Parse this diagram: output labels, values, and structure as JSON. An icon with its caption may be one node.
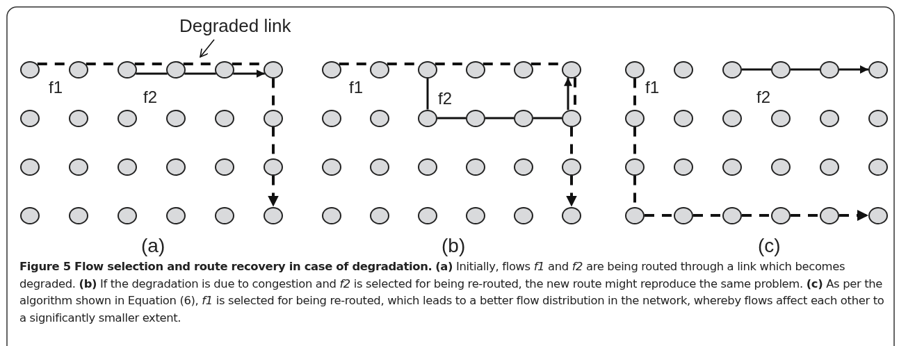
{
  "diagram": {
    "caption": "**Figure 5 Flow selection and route recovery in case of degradation.** **(a)** Initially, flows *f1* and *f2* are being routed through a link which becomes degraded. **(b)** If the degradation is due to congestion and *f2* is selected for being re-routed, the new route might reproduce the same problem. **(c)** As per the algorithm shown in Equation (6), *f1* is selected for being re-routed, which leads to a better flow distribution in the network, whereby flows affect each other to a significantly smaller extent.",
    "nodes": [
      {
        "text": [
          "Degraded link"
        ]
      },
      {
        "text": [],
        "shape": "circle"
      },
      {
        "text": [],
        "shape": "circle"
      },
      {
        "text": [],
        "shape": "circle"
      },
      {
        "text": [],
        "shape": "circle"
      },
      {
        "text": [],
        "shape": "circle"
      },
      {
        "text": [],
        "shape": "circle"
      },
      {
        "text": [],
        "shape": "circle"
      },
      {
        "text": [],
        "shape": "circle"
      },
      {
        "text": [],
        "shape": "circle"
      },
      {
        "text": [],
        "shape": "circle"
      },
      {
        "text": [],
        "shape": "circle"
      },
      {
        "text": [],
        "shape": "circle"
      },
      {
        "text": [],
        "shape": "circle"
      },
      {
        "text": [],
        "shape": "circle"
      },
      {
        "text": [],
        "shape": "circle"
      },
      {
        "text": [],
        "shape": "circle"
      },
      {
        "text": [],
        "shape": "circle"
      },
      {
        "text": [],
        "shape": "circle"
      },
      {
        "text": [],
        "shape": "circle"
      },
      {
        "text": [],
        "shape": "circle"
      },
      {
        "text": [],
        "shape": "circle"
      },
      {
        "text": [],
        "shape": "circle"
      },
      {
        "text": [],
        "shape": "circle"
      },
      {
        "text": [],
        "shape": "circle"
      },
      {
        "text": [],
        "shape": "circle"
      },
      {
        "text": [],
        "shape": "circle"
      },
      {
        "text": [],
        "shape": "circle"
      },
      {
        "text": [],
        "shape": "circle"
      },
      {
        "text": [],
        "shape": "circle"
      },
      {
        "text": [],
        "shape": "circle"
      },
      {
        "text": [],
        "shape": "circle"
      },
      {
        "text": [],
        "shape": "circle"
      },
      {
        "text": [],
        "shape": "circle"
      },
      {
        "text": [],
        "shape": "circle"
      },
      {
        "text": [],
        "shape": "circle"
      },
      {
        "text": [],
        "shape": "circle"
      },
      {
        "text": [],
        "shape": "circle"
      },
      {
        "text": [],
        "shape": "circle"
      },
      {
        "text": [],
        "shape": "circle"
      },
      {
        "text": [],
        "shape": "circle"
      },
      {
        "text": [],
        "shape": "circle"
      },
      {
        "text": [],
        "shape": "circle"
      },
      {
        "text": [],
        "shape": "circle"
      },
      {
        "text": [],
        "shape": "circle"
      },
      {
        "text": [],
        "shape": "circle"
      },
      {
        "text": [],
        "shape": "circle"
      },
      {
        "text": [],
        "shape": "circle"
      },
      {
        "text": [],
        "shape": "circle"
      },
      {
        "text": [],
        "shape": "circle"
      },
      {
        "text": [],
        "shape": "circle"
      },
      {
        "text": [],
        "shape": "circle"
      },
      {
        "text": [],
        "shape": "circle"
      },
      {
        "text": [],
        "shape": "circle"
      },
      {
        "text": [],
        "shape": "circle"
      },
      {
        "text": [],
        "shape": "circle"
      },
      {
        "text": [],
        "shape": "circle"
      },
      {
        "text": [],
        "shape": "circle"
      },
      {
        "text": [],
        "shape": "circle"
      },
      {
        "text": [],
        "shape": "circle"
      },
      {
        "text": [],
        "shape": "circle"
      },
      {
        "text": [],
        "shape": "circle"
      },
      {
        "text": [],
        "shape": "circle"
      },
      {
        "text": [],
        "shape": "circle"
      },
      {
        "text": [],
        "shape": "circle"
      },
      {
        "text": [],
        "shape": "circle"
      },
      {
        "text": [],
        "shape": "circle"
      },
      {
        "text": [],
        "shape": "circle"
      },
      {
        "text": [],
        "shape": "circle"
      },
      {
        "text": [],
        "shape": "circle"
      },
      {
        "text": [],
        "shape": "circle"
      },
      {
        "text": [],
        "shape": "circle"
      },
      {
        "text": [],
        "shape": "circle"
      }
    ],
    "edges": [
      {
        "from": 0,
        "to": null,
        "arrow": "to"
      },
      {
        "from": 1,
        "to": 2,
        "arrow": "none",
        "style": "dashed"
      },
      {
        "from": 2,
        "to": 3,
        "arrow": "none",
        "style": "dashed"
      },
      {
        "from": 3,
        "to": 4,
        "arrow": "none",
        "style": "dashed"
      },
      {
        "from": 4,
        "to": 5,
        "arrow": "none",
        "style": "dashed"
      },
      {
        "from": 5,
        "to": 6,
        "arrow": "none",
        "style": "dashed"
      },
      {
        "from": 6,
        "to": 12,
        "arrow": "none",
        "style": "dashed"
      },
      {
        "from": 12,
        "to": 18,
        "arrow": "none",
        "style": "dashed"
      },
      {
        "from": 18,
        "to": 24,
        "arrow": "to",
        "style": "dashed"
      },
      {
        "from": 3,
        "to": 4,
        "arrow": "none"
      },
      {
        "from": 4,
        "to": 5,
        "arrow": "none"
      },
      {
        "from": 5,
        "to": 6,
        "arrow": "to"
      },
      {
        "from": 25,
        "to": 26,
        "arrow": "none",
        "style": "dashed"
      },
      {
        "from": 26,
        "to": 27,
        "arrow": "none",
        "style": "dashed"
      },
      {
        "from": 27,
        "to": 28,
        "arrow": "none",
        "style": "dashed"
      },
      {
        "from": 28,
        "to": 29,
        "arrow": "none",
        "style": "dashed"
      },
      {
        "from": 29,
        "to": 30,
        "arrow": "none",
        "style": "dashed"
      },
      {
        "from": 30,
        "to": 36,
        "arrow": "none",
        "style": "dashed"
      },
      {
        "from": 36,
        "to": 42,
        "arrow": "none",
        "style": "dashed"
      },
      {
        "from": 42,
        "to": 48,
        "arrow": "to",
        "style": "dashed"
      },
      {
        "from": 27,
        "to": 33,
        "arrow": "none"
      },
      {
        "from": 33,
        "to": 34,
        "arrow": "none"
      },
      {
        "from": 34,
        "to": 35,
        "arrow": "none"
      },
      {
        "from": 35,
        "to": 36,
        "arrow": "none"
      },
      {
        "from": 36,
        "to": 30,
        "arrow": "to"
      },
      {
        "from": 49,
        "to": 55,
        "arrow": "none",
        "style": "dashed"
      },
      {
        "from": 55,
        "to": 61,
        "arrow": "none",
        "style": "dashed"
      },
      {
        "from": 61,
        "to": 67,
        "arrow": "none",
        "style": "dashed"
      },
      {
        "from": 67,
        "to": 68,
        "arrow": "none",
        "style": "dashed"
      },
      {
        "from": 68,
        "to": 69,
        "arrow": "none",
        "style": "dashed"
      },
      {
        "from": 69,
        "to": 70,
        "arrow": "none",
        "style": "dashed"
      },
      {
        "from": 70,
        "to": 71,
        "arrow": "none",
        "style": "dashed"
      },
      {
        "from": 71,
        "to": 72,
        "arrow": "to",
        "style": "dashed"
      },
      {
        "from": 51,
        "to": 52,
        "arrow": "none"
      },
      {
        "from": 52,
        "to": 53,
        "arrow": "none"
      },
      {
        "from": 53,
        "to": 54,
        "arrow": "to"
      }
    ],
    "labels": [
      "f1",
      "f2",
      "(a)",
      "f1",
      "f2",
      "(b)",
      "f1",
      "f2",
      "(c)"
    ]
  }
}
